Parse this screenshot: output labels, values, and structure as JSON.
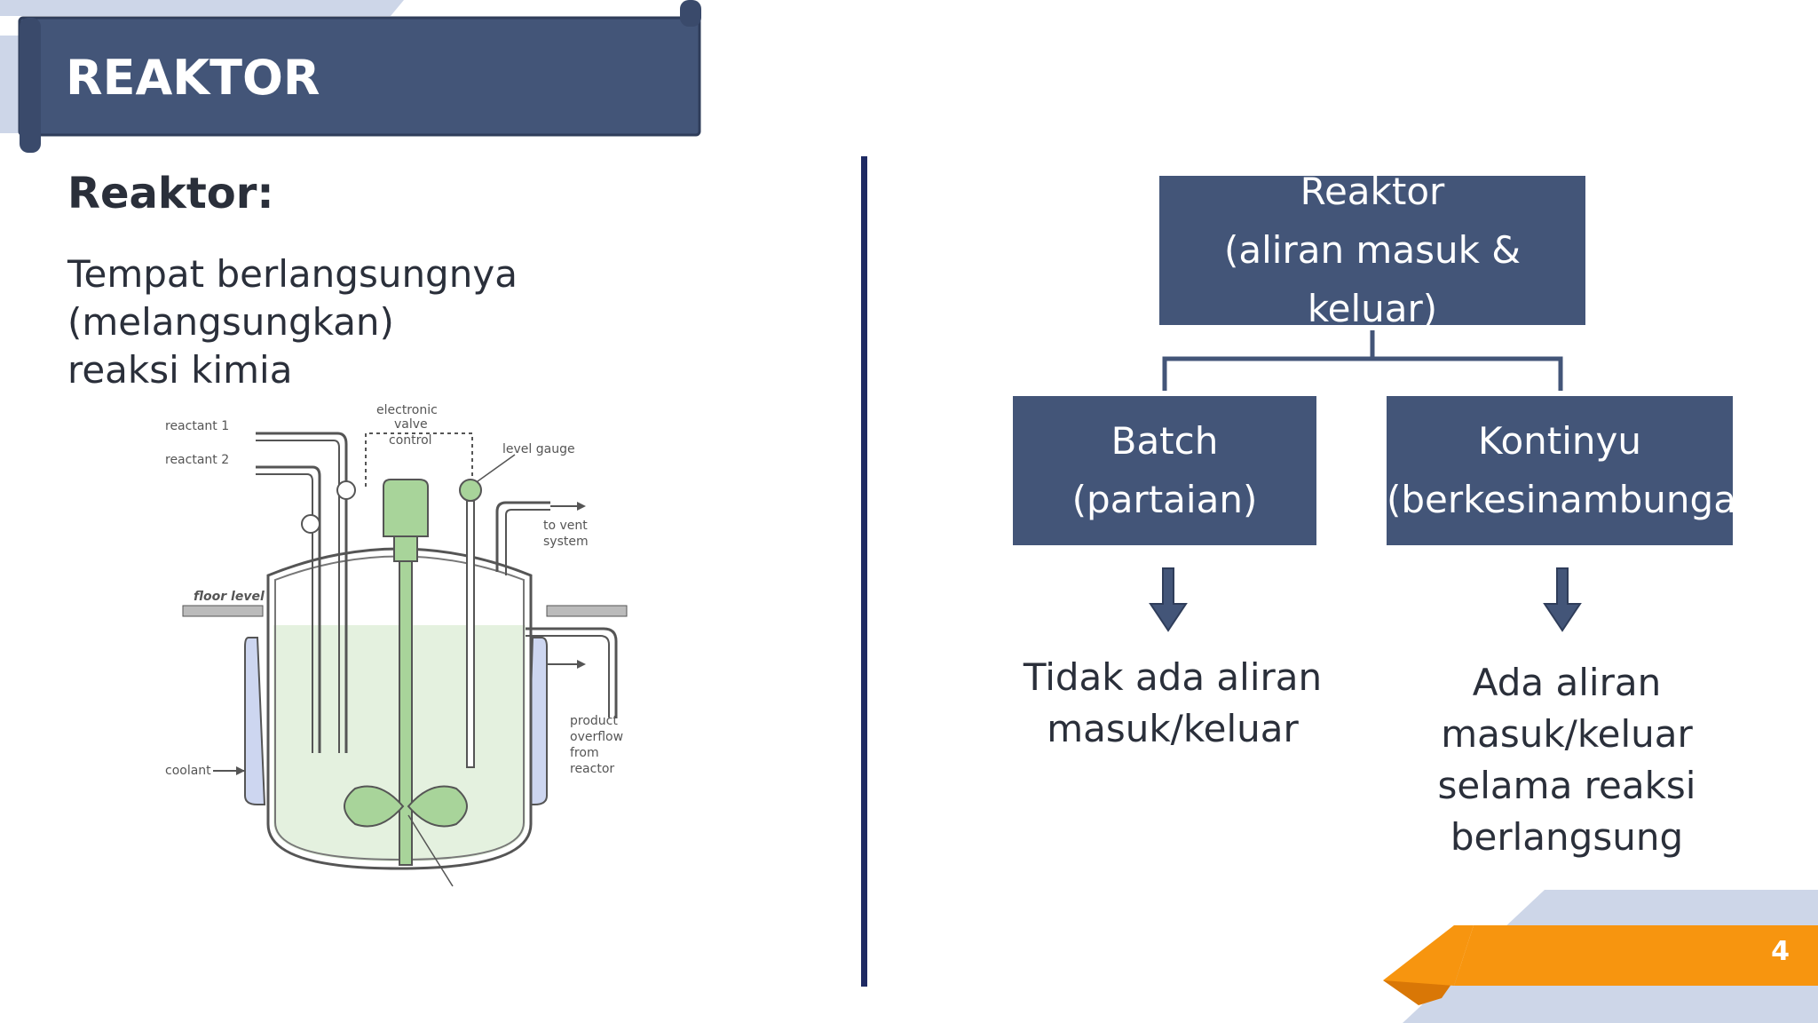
{
  "banner": {
    "title": "REAKTOR"
  },
  "left": {
    "heading": "Reaktor:",
    "description_line1": "Tempat berlangsungnya (melangsungkan)",
    "description_line2": "reaksi kimia"
  },
  "reactor_figure": {
    "labels": {
      "reactant1": "reactant 1",
      "reactant2": "reactant 2",
      "valve_line1": "electronic",
      "valve_line2": "valve",
      "valve_line3": "control",
      "level_gauge": "level gauge",
      "vent_line1": "to vent",
      "vent_line2": "system",
      "floor_level": "floor level",
      "product_line1": "product",
      "product_line2": "overflow",
      "product_line3": "from",
      "product_line4": "reactor",
      "coolant": "coolant"
    }
  },
  "hierarchy": {
    "root": {
      "line1": "Reaktor",
      "line2": "(aliran masuk & keluar)"
    },
    "batch": {
      "line1": "Batch",
      "line2": "(partaian)"
    },
    "continuous": {
      "line1": "Kontinyu",
      "line2": "(berkesinambungan)"
    },
    "batch_result": [
      "Tidak ada aliran",
      "masuk/keluar"
    ],
    "continuous_result": [
      "Ada aliran masuk/keluar",
      "selama reaksi",
      "berlangsung"
    ]
  },
  "colors": {
    "navy": "#435578",
    "divider": "#1e2a63",
    "orange": "#f7950f",
    "light_blue": "#cdd6e8"
  },
  "page_number": "4"
}
